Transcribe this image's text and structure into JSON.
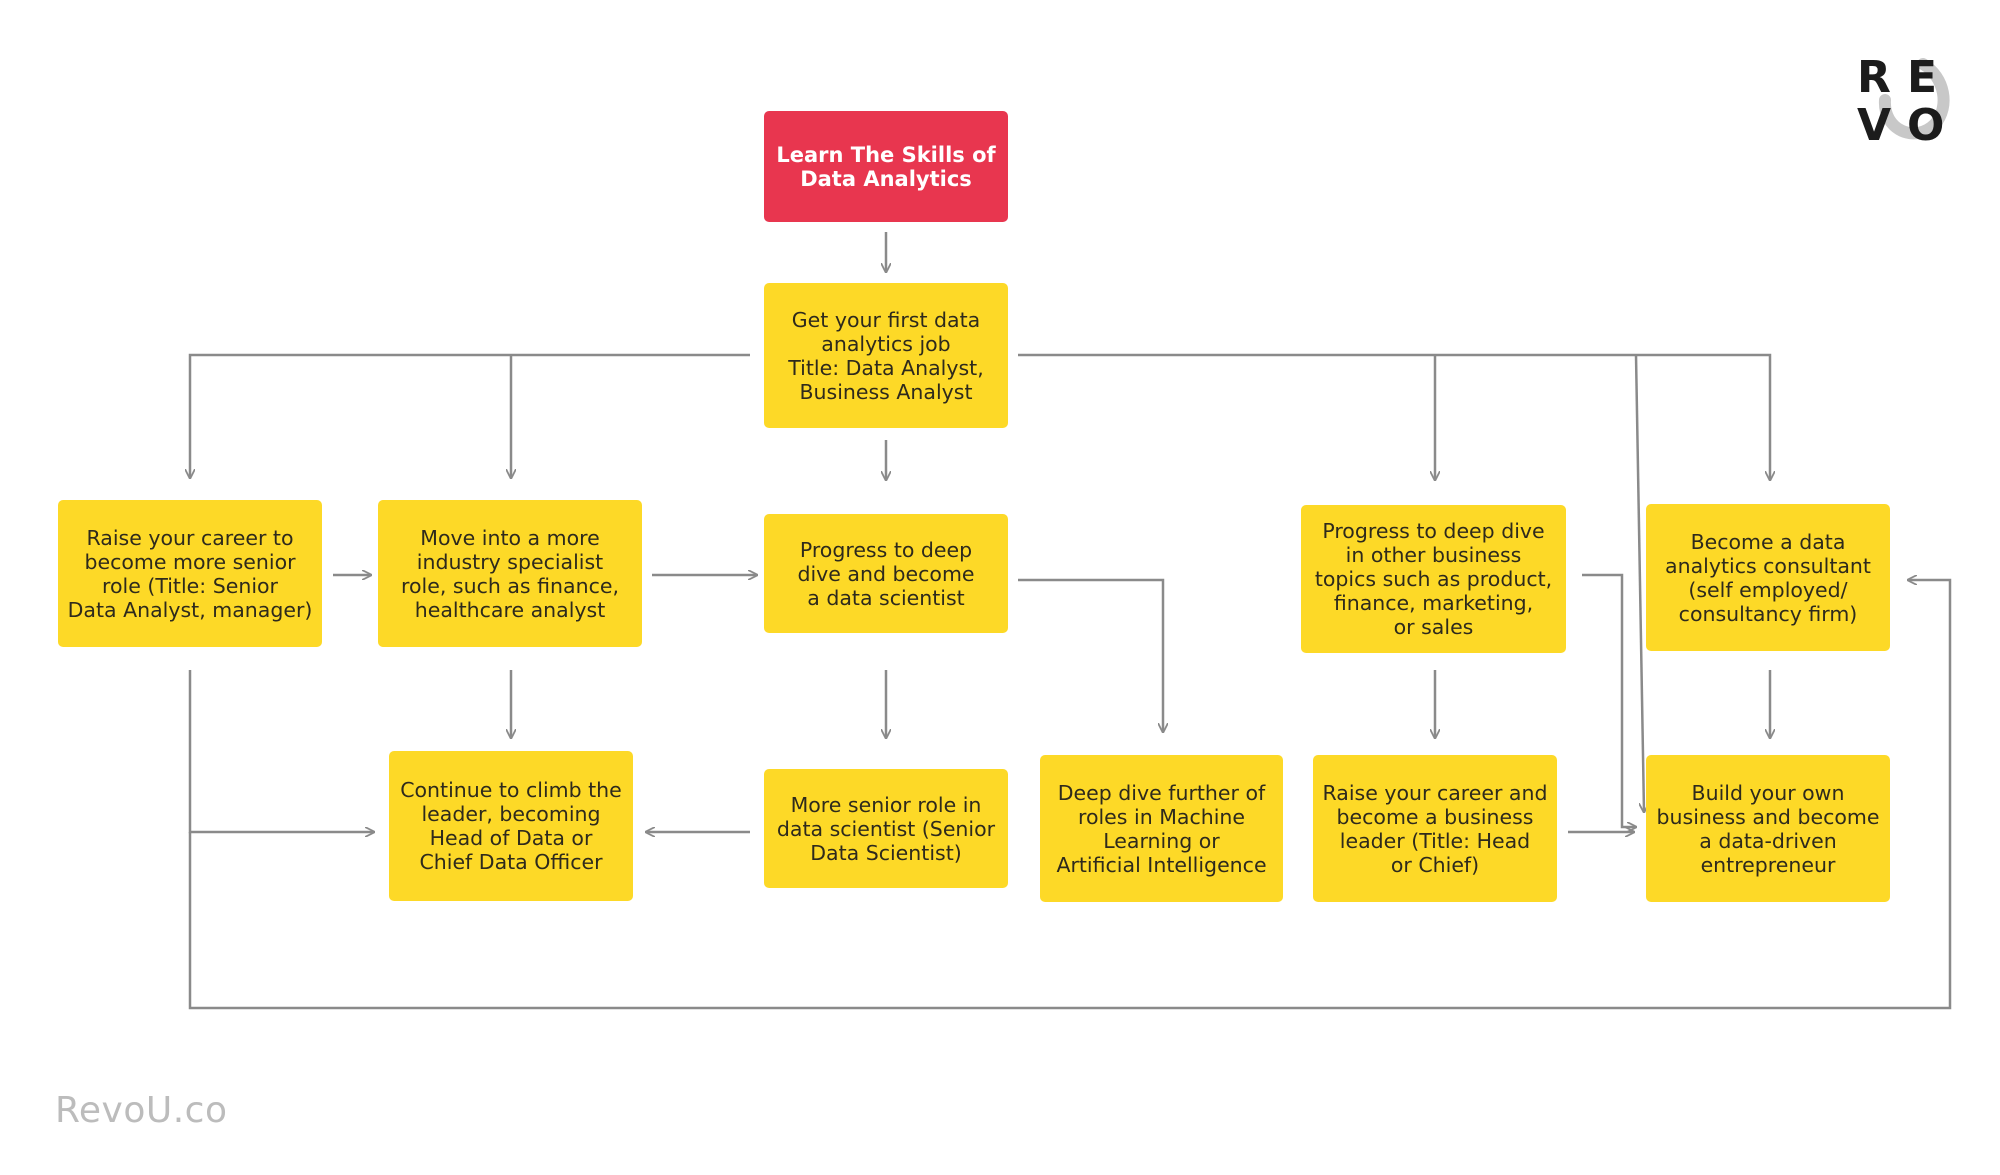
{
  "diagram": {
    "nodes": [
      {
        "id": "learn",
        "text": "Learn The Skills of\nData Analytics",
        "style": "red"
      },
      {
        "id": "first_job",
        "text": "Get your first data\nanalytics job\nTitle: Data Analyst,\nBusiness Analyst",
        "style": "yellow"
      },
      {
        "id": "senior_role",
        "text": "Raise your career to\nbecome more senior\nrole (Title: Senior\nData Analyst, manager)",
        "style": "yellow"
      },
      {
        "id": "industry_specialist",
        "text": "Move into a more\nindustry specialist\nrole, such as finance,\nhealthcare analyst",
        "style": "yellow"
      },
      {
        "id": "data_scientist",
        "text": "Progress to deep\ndive and become\na data scientist",
        "style": "yellow"
      },
      {
        "id": "business_topics",
        "text": "Progress to deep dive\nin other business\ntopics such as product,\nfinance, marketing,\nor sales",
        "style": "yellow"
      },
      {
        "id": "consultant",
        "text": "Become a data\nanalytics consultant\n(self employed/\nconsultancy firm)",
        "style": "yellow"
      },
      {
        "id": "head_of_data",
        "text": "Continue to climb the\nleader, becoming\nHead of Data or\nChief Data Officer",
        "style": "yellow"
      },
      {
        "id": "senior_ds",
        "text": "More senior role in\ndata scientist (Senior\nData Scientist)",
        "style": "yellow"
      },
      {
        "id": "ml_ai",
        "text": "Deep dive further of\nroles in Machine\nLearning or\nArtificial Intelligence",
        "style": "yellow"
      },
      {
        "id": "business_leader",
        "text": "Raise your career and\nbecome a business\nleader (Title: Head\nor Chief)",
        "style": "yellow"
      },
      {
        "id": "entrepreneur",
        "text": "Build your own\nbusiness and become\na data-driven\nentrepreneur",
        "style": "yellow"
      }
    ],
    "edges": [
      {
        "from": "learn",
        "to": "first_job"
      },
      {
        "from": "first_job",
        "to": "senior_role"
      },
      {
        "from": "first_job",
        "to": "industry_specialist"
      },
      {
        "from": "first_job",
        "to": "data_scientist"
      },
      {
        "from": "first_job",
        "to": "business_topics"
      },
      {
        "from": "first_job",
        "to": "consultant"
      },
      {
        "from": "first_job",
        "to": "entrepreneur"
      },
      {
        "from": "senior_role",
        "to": "industry_specialist"
      },
      {
        "from": "industry_specialist",
        "to": "data_scientist"
      },
      {
        "from": "senior_role",
        "to": "head_of_data"
      },
      {
        "from": "senior_role",
        "to": "consultant"
      },
      {
        "from": "industry_specialist",
        "to": "head_of_data"
      },
      {
        "from": "data_scientist",
        "to": "senior_ds"
      },
      {
        "from": "data_scientist",
        "to": "ml_ai"
      },
      {
        "from": "senior_ds",
        "to": "head_of_data"
      },
      {
        "from": "business_topics",
        "to": "business_leader"
      },
      {
        "from": "business_topics",
        "to": "entrepreneur"
      },
      {
        "from": "business_leader",
        "to": "entrepreneur"
      },
      {
        "from": "consultant",
        "to": "entrepreneur"
      }
    ]
  },
  "logo": {
    "letters": [
      "R",
      "E",
      "V",
      "O"
    ],
    "ring_color": "#c8c8c8"
  },
  "watermark": "RevoU.co",
  "colors": {
    "node_yellow": "#fdd927",
    "node_red": "#e8364f",
    "connector": "#8a8a8a",
    "watermark": "#bcbcbc"
  }
}
